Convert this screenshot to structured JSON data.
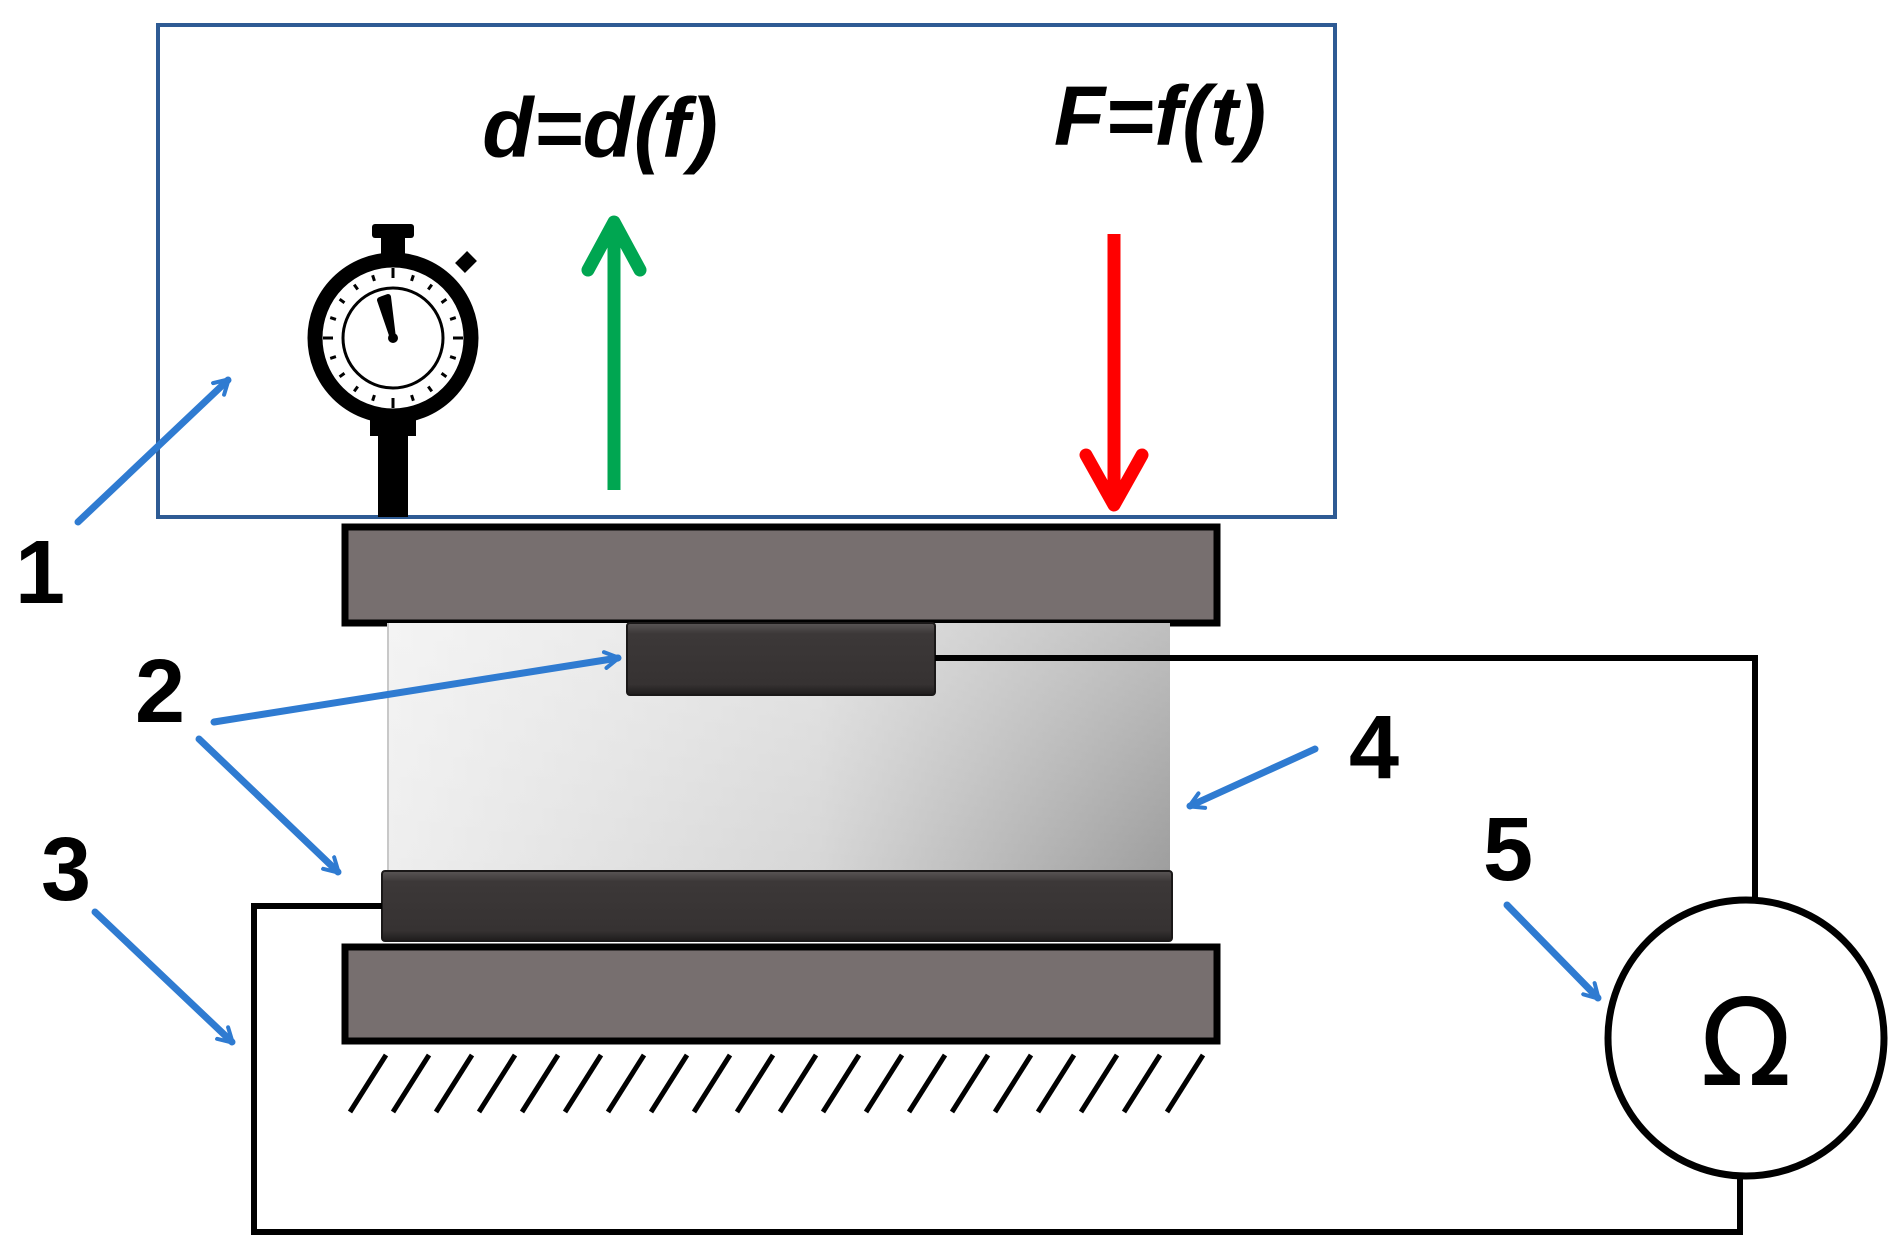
{
  "diagram": {
    "formula_displacement": "d=d(f)",
    "formula_force": "F=f(t)",
    "callouts": [
      "1",
      "2",
      "3",
      "4",
      "5"
    ],
    "ohmmeter_symbol": "Ω",
    "icons": [
      "dial-gauge-icon",
      "displacement-arrow-icon",
      "force-arrow-icon",
      "ground-hatch-icon"
    ],
    "colors": {
      "frame_border": "#2e5b94",
      "callout_arrow": "#2f7bd1",
      "displacement_arrow": "#00a651",
      "force_arrow": "#ff0000",
      "plate": "#776f6f",
      "electrode": "#3a3636",
      "wire": "#000000"
    }
  }
}
